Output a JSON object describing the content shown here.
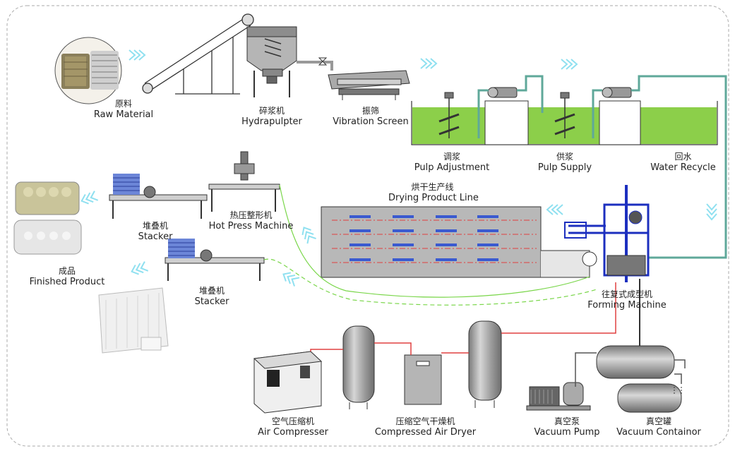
{
  "labels": {
    "raw_material": {
      "zh": "原料",
      "en": "Raw Material"
    },
    "hydrapulpter": {
      "zh": "碎浆机",
      "en": "Hydrapulpter"
    },
    "vibration_screen": {
      "zh": "振筛",
      "en": "Vibration Screen"
    },
    "pulp_adjustment": {
      "zh": "调浆",
      "en": "Pulp Adjustment"
    },
    "pulp_supply": {
      "zh": "供浆",
      "en": "Pulp Supply"
    },
    "water_recycle": {
      "zh": "回水",
      "en": "Water Recycle"
    },
    "drying_line": {
      "zh": "烘干生产线",
      "en": "Drying Product Line"
    },
    "hot_press": {
      "zh": "热压整形机",
      "en": "Hot Press Machine"
    },
    "stacker_top": {
      "zh": "堆叠机",
      "en": "Stacker"
    },
    "stacker_bottom": {
      "zh": "堆叠机",
      "en": "Stacker"
    },
    "finished_product": {
      "zh": "成品",
      "en": "Finished Product"
    },
    "forming_machine": {
      "zh": "往复式成型机",
      "en": "Forming Machine"
    },
    "air_compressor": {
      "zh": "空气压缩机",
      "en": "Air Compresser"
    },
    "air_dryer": {
      "zh": "压缩空气干燥机",
      "en": "Compressed Air Dryer"
    },
    "vacuum_pump": {
      "zh": "真空泵",
      "en": "Vacuum Pump"
    },
    "vacuum_container": {
      "zh": "真空罐",
      "en": "Vacuum Containor"
    }
  },
  "colors": {
    "pulp_green": "#8ccf4a",
    "pipe_teal": "#5fa89a",
    "flow_arrow": "#8fe0f0",
    "air_pipe": "#e04040",
    "machine_grey": "#9a9a9a",
    "dryer_fill": "#b8b8b8",
    "forming_blue": "#1c2fbf",
    "green_path": "#7ad64a",
    "frame_dash": "#aaaaaa"
  }
}
